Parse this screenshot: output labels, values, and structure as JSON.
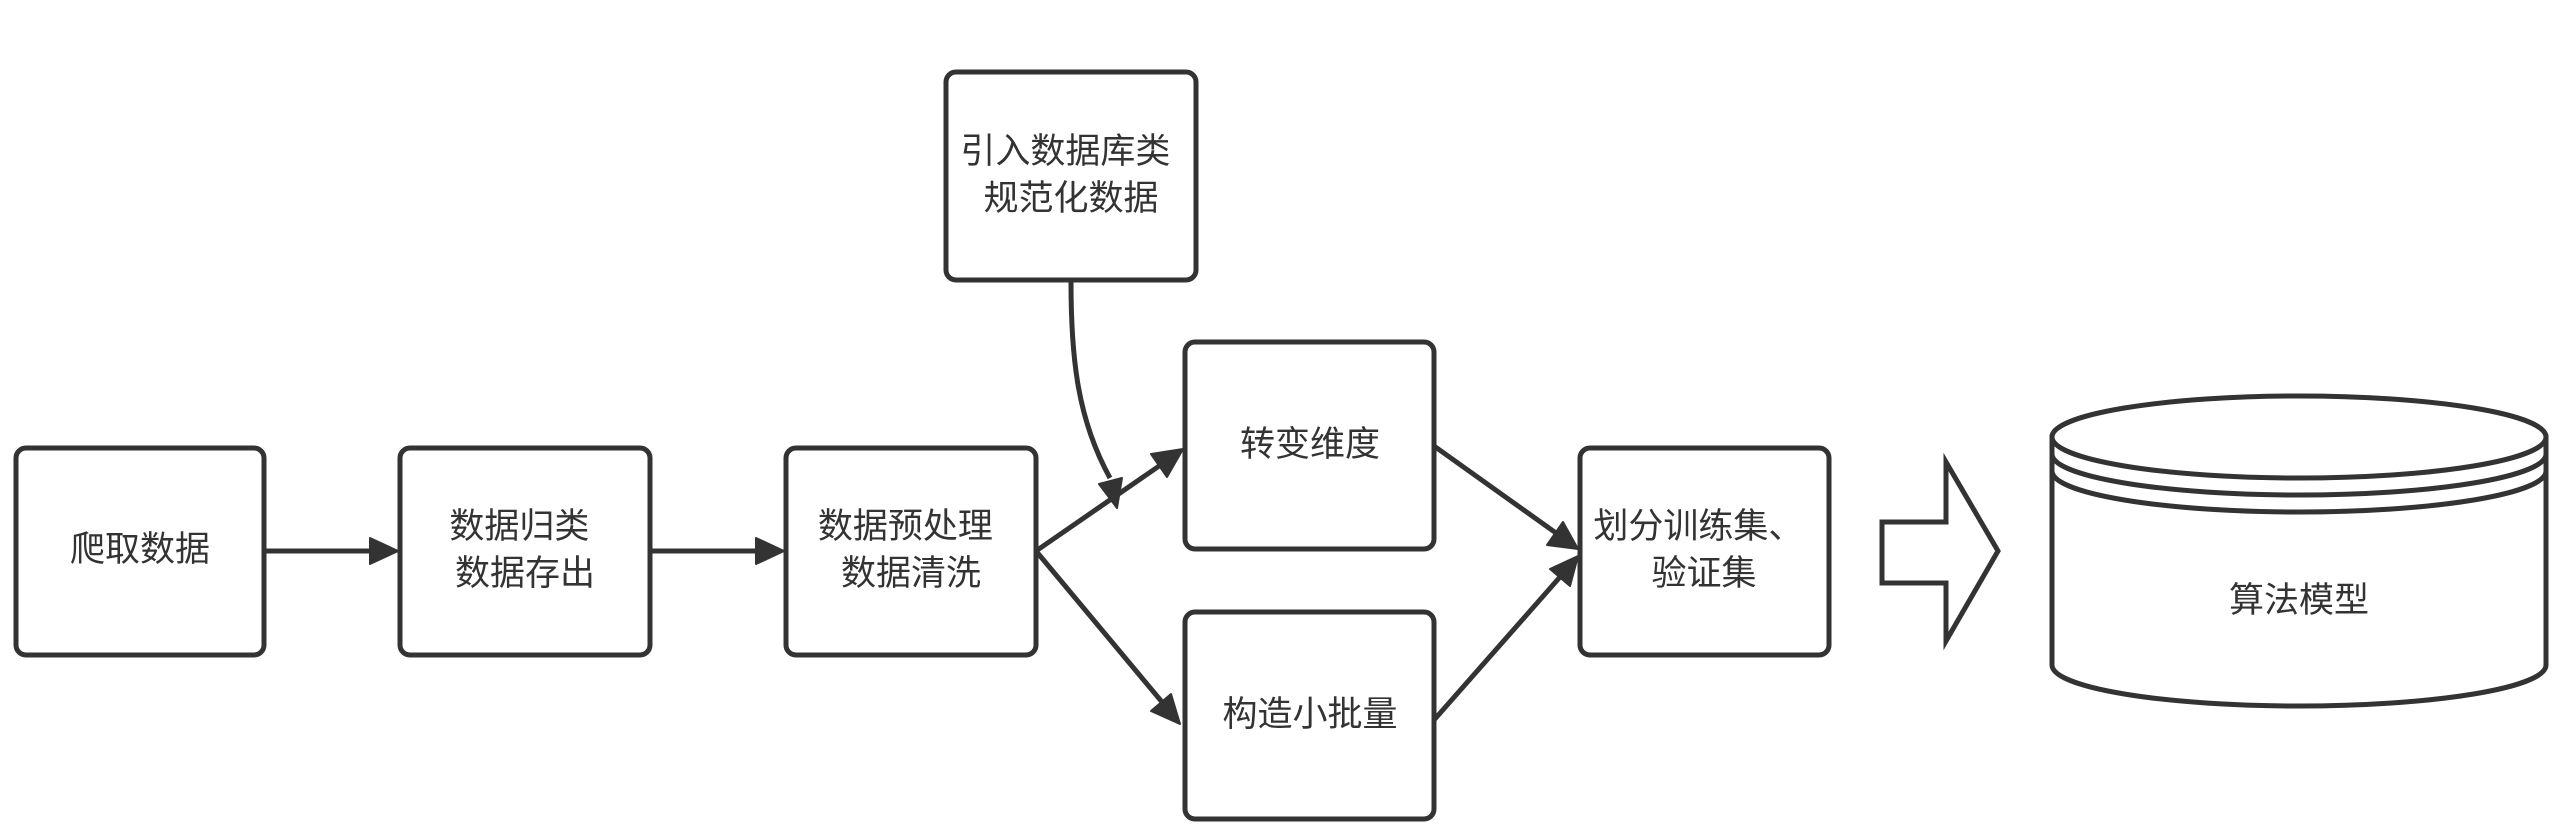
{
  "nodes": {
    "crawl": {
      "lines": [
        "爬取数据"
      ]
    },
    "classify": {
      "lines": [
        "数据归类",
        "数据存出"
      ]
    },
    "preprocess": {
      "lines": [
        "数据预处理",
        "数据清洗"
      ]
    },
    "database": {
      "lines": [
        "引入数据库类",
        "规范化数据"
      ]
    },
    "transform": {
      "lines": [
        "转变维度"
      ]
    },
    "batch": {
      "lines": [
        "构造小批量"
      ]
    },
    "split": {
      "lines": [
        "划分训练集、",
        "验证集"
      ]
    },
    "model": {
      "lines": [
        "算法模型"
      ]
    }
  },
  "colors": {
    "stroke": "#333333",
    "fill": "#ffffff",
    "text": "#333333"
  }
}
